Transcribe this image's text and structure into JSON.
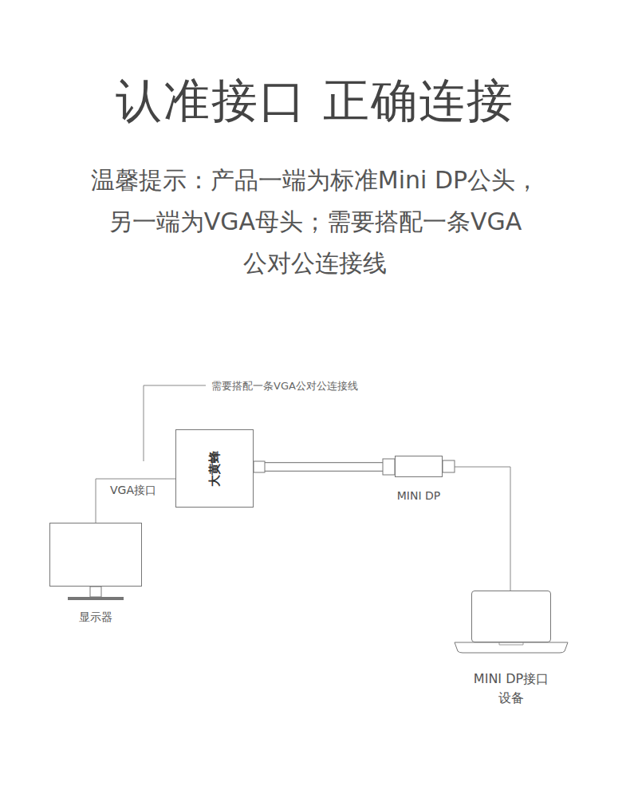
{
  "diagram": {
    "title": "认准接口 正确连接",
    "nodes": [
      {
        "text": [
          "大黄蜂"
        ]
      },
      {
        "text": [
          "MINI DP"
        ]
      },
      {
        "text": [
          "显示器"
        ]
      },
      {
        "text": [
          "MINI DP接口 设备"
        ]
      }
    ],
    "edges": [
      {
        "from": 2,
        "to": 0,
        "label": "VGA接口",
        "arrow": "none"
      },
      {
        "from": 0,
        "to": 1,
        "arrow": "none"
      },
      {
        "from": 1,
        "to": 3,
        "arrow": "none"
      }
    ],
    "labels": [
      "温馨提示：产品一端为标准Mini DP公头， 另一端为VGA母头；需要搭配一条VGA 公对公连接线",
      "需要搭配一条VGA公对公连接线"
    ]
  }
}
